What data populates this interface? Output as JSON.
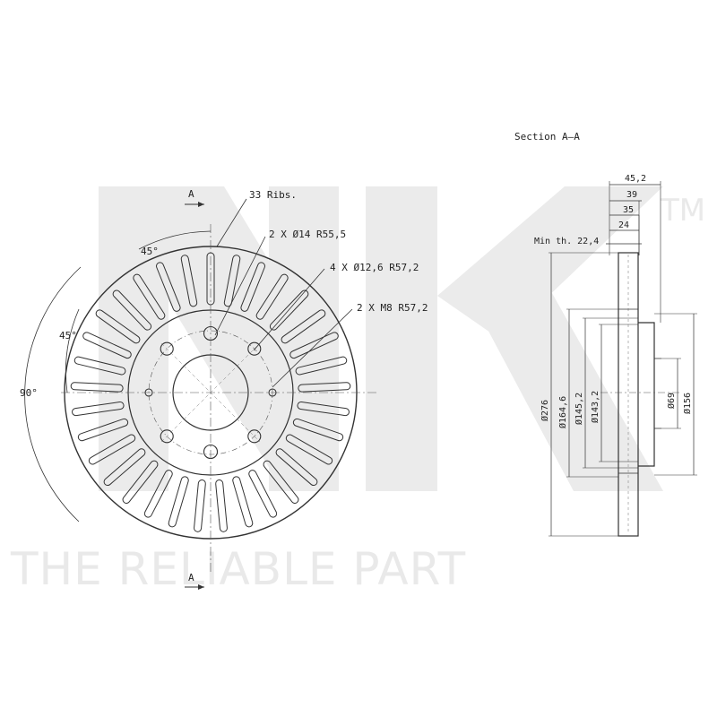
{
  "watermark": {
    "brand": "NK",
    "tagline": "THE RELIABLE PART",
    "tm": "TM"
  },
  "front_view": {
    "section_marker_top": "A",
    "section_marker_bottom": "A",
    "ribs_label": "33 Ribs.",
    "hole_14_label": "2 X Ø14  R55,5",
    "hole_12_label": "4 X Ø12,6   R57,2",
    "thread_label": "2 X M8   R57,2",
    "angle_top": "45°",
    "angle_mid": "45°",
    "angle_left": "90°"
  },
  "section_view": {
    "title": "Section A–A",
    "min_thickness": "Min th. 22,4",
    "dim_45_2": "45,2",
    "dim_39": "39",
    "dim_35": "35",
    "dim_24": "24",
    "dia_276": "Ø276",
    "dia_164_6": "Ø164,6",
    "dia_145_2": "Ø145,2",
    "dia_143_2": "Ø143,2",
    "dia_69": "Ø69",
    "dia_156": "Ø156"
  },
  "colors": {
    "line": "#333333",
    "watermark": "#e9e9e9"
  }
}
